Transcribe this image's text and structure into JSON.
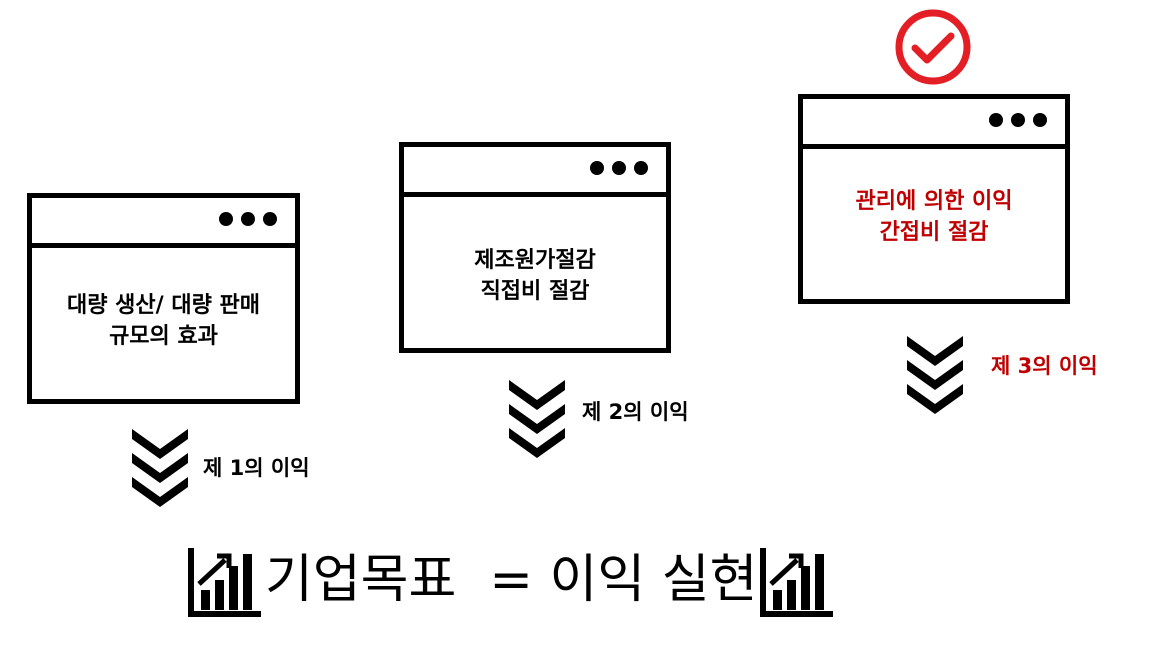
{
  "boxes": [
    {
      "line1": "대량 생산/ 대량 판매",
      "line2": "규모의 효과",
      "step_label": "제 1의 이익",
      "highlighted": false
    },
    {
      "line1": "제조원가절감",
      "line2": "직접비 절감",
      "step_label": "제 2의 이익",
      "highlighted": false
    },
    {
      "line1": "관리에 의한 이익",
      "line2": "간접비 절감",
      "step_label": "제 3의 이익",
      "highlighted": true
    }
  ],
  "goal": {
    "text": "기업목표  = 이익 실현",
    "icon": "growth-bar-chart-icon"
  },
  "check_icon": "check-circle-icon",
  "colors": {
    "highlight": "#c00000",
    "check": "#e31e24",
    "default": "#000000"
  }
}
